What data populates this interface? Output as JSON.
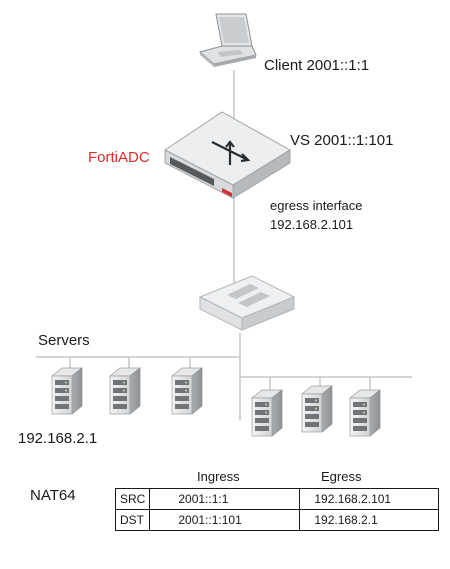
{
  "labels": {
    "client": "Client 2001::1:1",
    "vs": "VS 2001::1:101",
    "fortiadc": "FortiADC",
    "egress_line1": "egress interface",
    "egress_line2": "192.168.2.101",
    "servers": "Servers",
    "server_ip": "192.168.2.1"
  },
  "nat_table": {
    "title": "NAT64",
    "columns": [
      "Ingress",
      "Egress"
    ],
    "rows": [
      {
        "name": "SRC",
        "ingress": "2001::1:1",
        "egress": "192.168.2.101"
      },
      {
        "name": "DST",
        "ingress": "2001::1:101",
        "egress": "192.168.2.1"
      }
    ]
  },
  "colors": {
    "accent": "#e02b2b",
    "line": "#c6c6c6",
    "text": "#1a1a1a"
  },
  "icons": [
    "laptop-icon",
    "fortiadc-appliance-icon",
    "network-switch-icon",
    "server-icon"
  ]
}
